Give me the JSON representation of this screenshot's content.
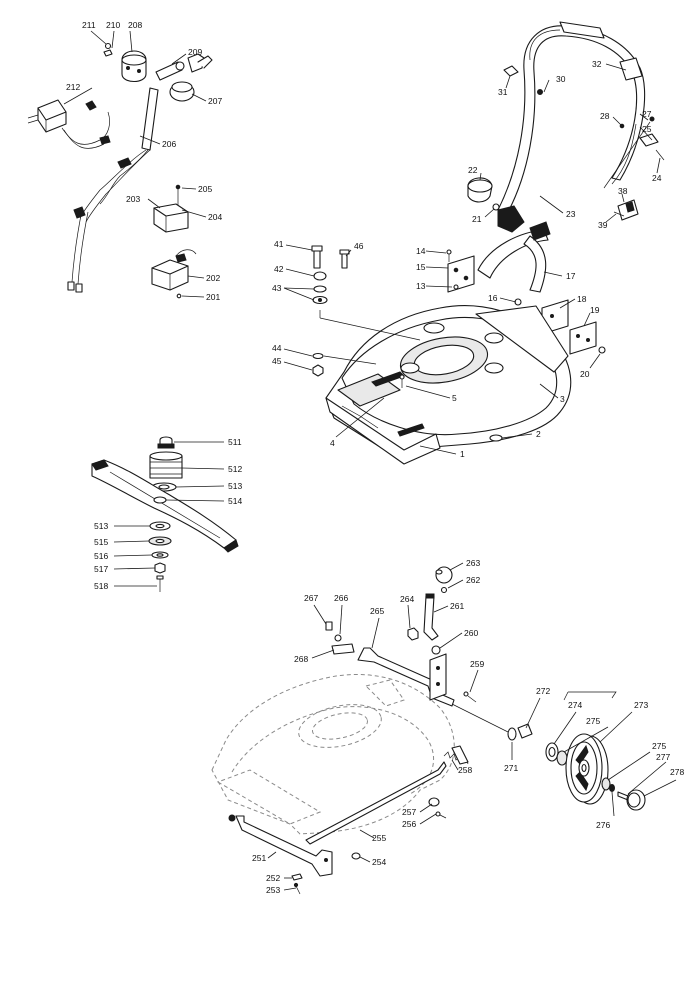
{
  "callouts": [
    "1",
    "2",
    "3",
    "4",
    "5",
    "13",
    "14",
    "15",
    "16",
    "17",
    "18",
    "19",
    "20",
    "21",
    "22",
    "23",
    "24",
    "25",
    "27",
    "28",
    "30",
    "31",
    "32",
    "38",
    "39",
    "41",
    "42",
    "43",
    "44",
    "45",
    "46",
    "201",
    "202",
    "203",
    "204",
    "205",
    "206",
    "207",
    "208",
    "209",
    "210",
    "211",
    "212",
    "251",
    "252",
    "253",
    "254",
    "255",
    "256",
    "257",
    "258",
    "259",
    "260",
    "261",
    "262",
    "263",
    "264",
    "265",
    "266",
    "267",
    "268",
    "271",
    "272",
    "273",
    "274",
    "275",
    "276",
    "277",
    "278",
    "511",
    "512",
    "513",
    "514",
    "515",
    "516",
    "517",
    "518"
  ]
}
